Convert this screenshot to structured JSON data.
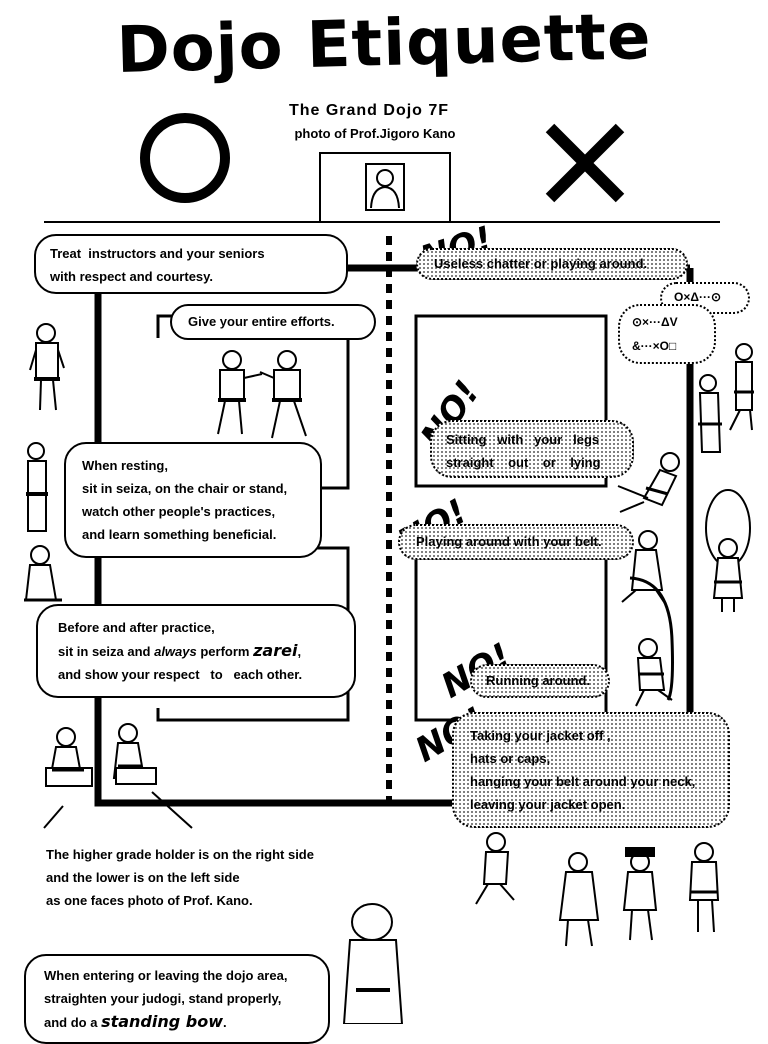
{
  "title": "Dojo Etiquette",
  "subtitle": "The Grand Dojo 7F",
  "photo_caption": "photo of Prof.Jigoro Kano",
  "do_symbol": "O",
  "dont_symbol": "X",
  "do_items": {
    "respect": [
      "Treat  instructors and your seniors",
      "with respect and courtesy."
    ],
    "effort": "Give your entire efforts.",
    "resting": [
      "When resting,",
      "sit in seiza, on the chair or stand,",
      "watch other people's practices,",
      "and learn something beneficial."
    ],
    "zarei": {
      "line1": "Before and after practice,",
      "line2_a": "sit in seiza and ",
      "line2_em": "always",
      "line2_b": " perform ",
      "line2_bold": "zarei",
      "line2_c": ",",
      "line3": "and show your respect   to   each other."
    }
  },
  "dont_items": {
    "no_label": "NO!",
    "chatter": "Useless chatter or playing around.",
    "chatter_symbols": [
      "O×Δ···⊙",
      "⊙×···ΔV",
      "&···×O□"
    ],
    "sitting": [
      "Sitting   with   your   legs",
      "straight    out    or    lying"
    ],
    "belt": "Playing around with your belt.",
    "running": "Running around.",
    "jacket": [
      "Taking your jacket off ,",
      "hats or caps,",
      "hanging your belt around your neck,",
      "leaving your jacket open."
    ]
  },
  "grade_note": [
    "The higher grade holder is on the right side",
    "and the lower is on the left side",
    "as one faces photo of Prof. Kano."
  ],
  "bow_note": {
    "line1": "When entering or leaving the dojo area,",
    "line2": "straighten your judogi, stand properly,",
    "line3_a": "and do a ",
    "line3_bold": "standing bow",
    "line3_b": "."
  }
}
